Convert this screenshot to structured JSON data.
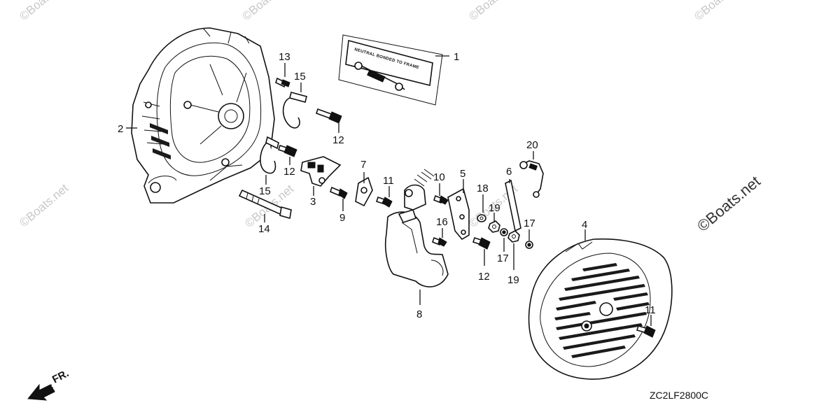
{
  "watermarks": [
    "©Boats.net",
    "©Boats.net",
    "©Boats.net",
    "©Boats.net",
    "©Boats.net",
    "©Boats.net",
    "©Boats.net"
  ],
  "watermark_large": "©Boats.net",
  "decal_text": "NEUTRAL BONDED TO FRAME",
  "diagram_code": "ZC2LF2800C",
  "direction_label": "FR.",
  "callouts": {
    "c1": "1",
    "c2": "2",
    "c3": "3",
    "c4": "4",
    "c5": "5",
    "c6": "6",
    "c7": "7",
    "c8": "8",
    "c9": "9",
    "c10": "10",
    "c11a": "11",
    "c11b": "11",
    "c12a": "12",
    "c12b": "12",
    "c12c": "12",
    "c13": "13",
    "c14": "14",
    "c15a": "15",
    "c15b": "15",
    "c16": "16",
    "c17a": "17",
    "c17b": "17",
    "c18": "18",
    "c19a": "19",
    "c19b": "19",
    "c20": "20"
  }
}
